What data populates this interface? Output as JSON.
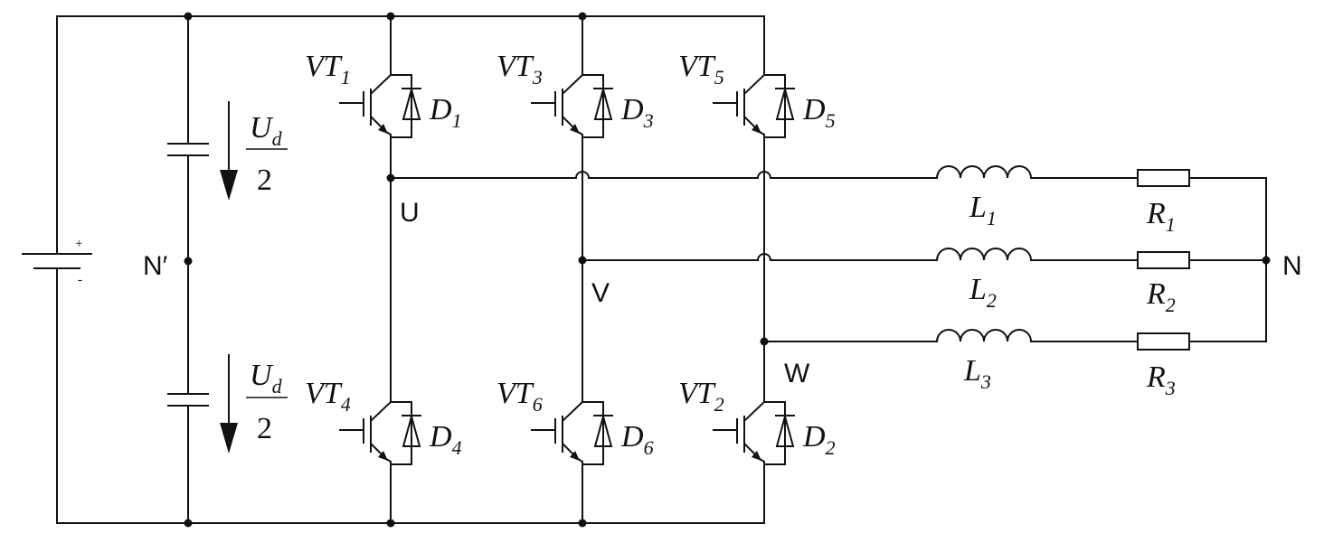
{
  "battery": {
    "plus": "+",
    "minus": "-"
  },
  "capacitor_labels": {
    "upper": {
      "num": "U",
      "sub": "d",
      "den": "2"
    },
    "lower": {
      "num": "U",
      "sub": "d",
      "den": "2"
    }
  },
  "nodes": {
    "n_prime": "N′",
    "u": "U",
    "v": "V",
    "w": "W",
    "n": "N"
  },
  "switches": [
    {
      "id": "vt1",
      "t": "VT",
      "tsub": "1",
      "d": "D",
      "dsub": "1"
    },
    {
      "id": "vt3",
      "t": "VT",
      "tsub": "3",
      "d": "D",
      "dsub": "3"
    },
    {
      "id": "vt5",
      "t": "VT",
      "tsub": "5",
      "d": "D",
      "dsub": "5"
    },
    {
      "id": "vt4",
      "t": "VT",
      "tsub": "4",
      "d": "D",
      "dsub": "4"
    },
    {
      "id": "vt6",
      "t": "VT",
      "tsub": "6",
      "d": "D",
      "dsub": "6"
    },
    {
      "id": "vt2",
      "t": "VT",
      "tsub": "2",
      "d": "D",
      "dsub": "2"
    }
  ],
  "inductors": [
    {
      "name": "L",
      "sub": "1"
    },
    {
      "name": "L",
      "sub": "2"
    },
    {
      "name": "L",
      "sub": "3"
    }
  ],
  "resistors": [
    {
      "name": "R",
      "sub": "1"
    },
    {
      "name": "R",
      "sub": "2"
    },
    {
      "name": "R",
      "sub": "3"
    }
  ]
}
